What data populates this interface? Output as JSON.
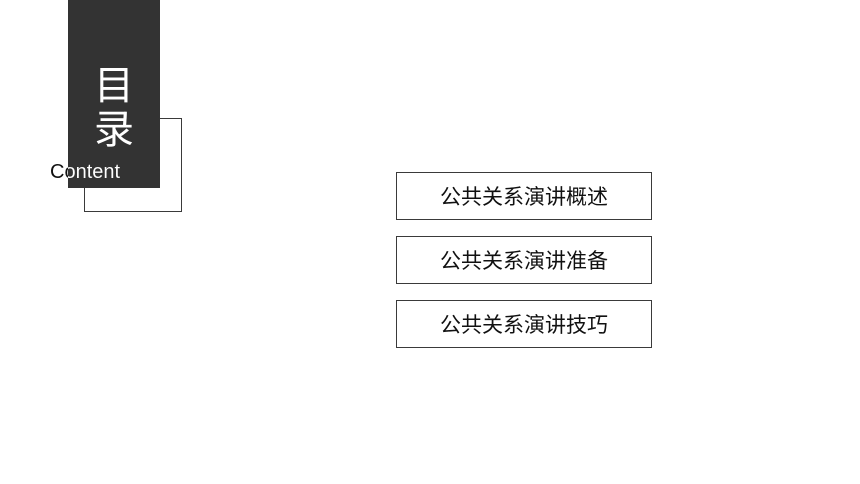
{
  "toc": {
    "title_char_1": "目",
    "title_char_2": "录",
    "subtitle": "Content"
  },
  "menu": {
    "items": [
      {
        "label": "公共关系演讲概述"
      },
      {
        "label": "公共关系演讲准备"
      },
      {
        "label": "公共关系演讲技巧"
      }
    ]
  },
  "colors": {
    "dark_block": "#333333",
    "border": "#3a3a3a",
    "background": "#ffffff"
  }
}
